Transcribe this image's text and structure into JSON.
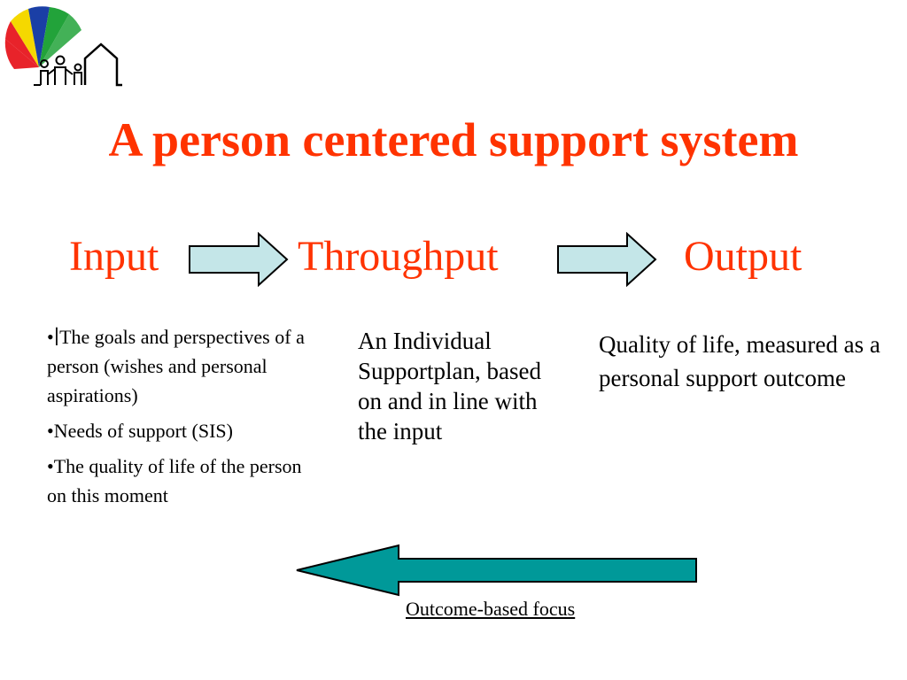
{
  "title": "A person centered support system",
  "stages": {
    "input": "Input",
    "throughput": "Throughput",
    "output": "Output"
  },
  "input_bullets": [
    "•∣The goals and perspectives of a person (wishes and personal aspirations)",
    "•Needs of support (SIS)",
    "•The quality of life of the person on this moment"
  ],
  "throughput_text": "An Individual Supportplan, based on and in line with the input",
  "output_text": "Quality of life, measured as a personal support outcome",
  "feedback_label": "Outcome-based focus",
  "colors": {
    "title": "#ff3300",
    "stage_text": "#ff3300",
    "forward_arrow_fill": "#c4e6e8",
    "forward_arrow_stroke": "#000000",
    "feedback_arrow_fill": "#009999",
    "feedback_arrow_stroke": "#000000"
  },
  "icons": {
    "logo": "umbrella-family-house-icon",
    "forward_arrow": "right-arrow-icon",
    "feedback_arrow": "left-arrow-icon"
  }
}
